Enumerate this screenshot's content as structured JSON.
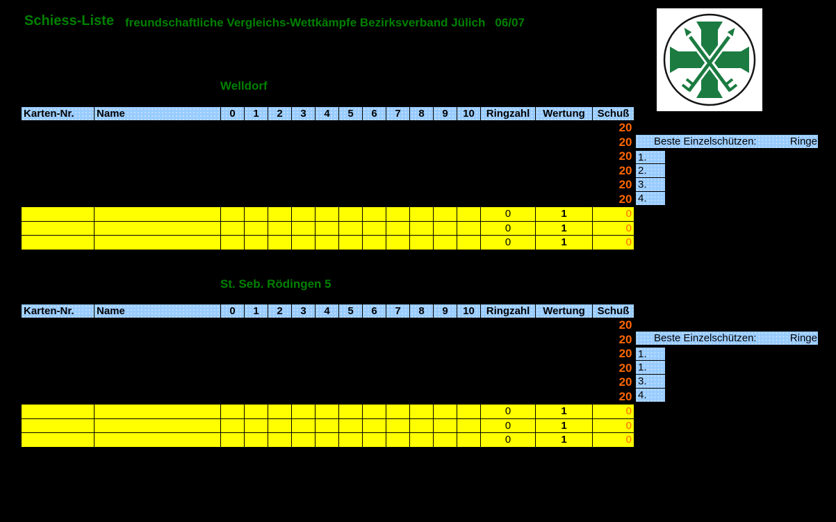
{
  "page": {
    "title": "Schiess-Liste",
    "subtitle": "freundschaftliche Vergleichs-Wettkämpfe Bezirksverband Jülich",
    "season": "06/07"
  },
  "colors": {
    "accent_green": "#008000",
    "header_blue": "#99CCFF",
    "row_yellow": "#FFFF00",
    "value_orange": "#FF6600",
    "logo_green": "#1B7B41",
    "background": "#000000"
  },
  "table_headers": [
    "Karten-Nr.",
    "Name",
    "0",
    "1",
    "2",
    "3",
    "4",
    "5",
    "6",
    "7",
    "8",
    "9",
    "10",
    "Ringzahl",
    "Wertung",
    "Schuß"
  ],
  "panel": {
    "title": "Beste Einzelschützen:",
    "column": "Ringe"
  },
  "sections": [
    {
      "team": "Welldorf",
      "shots": [
        "20",
        "20",
        "20",
        "20",
        "20",
        "20"
      ],
      "totals": [
        {
          "ringzahl": "0",
          "wertung": "1",
          "schuss": "0"
        },
        {
          "ringzahl": "0",
          "wertung": "1",
          "schuss": "0"
        },
        {
          "ringzahl": "0",
          "wertung": "1",
          "schuss": "0"
        }
      ],
      "ranks": [
        "1.",
        "2.",
        "3.",
        "4."
      ]
    },
    {
      "team": "St. Seb. Rödingen 5",
      "shots": [
        "20",
        "20",
        "20",
        "20",
        "20",
        "20"
      ],
      "totals": [
        {
          "ringzahl": "0",
          "wertung": "1",
          "schuss": "0"
        },
        {
          "ringzahl": "0",
          "wertung": "1",
          "schuss": "0"
        },
        {
          "ringzahl": "0",
          "wertung": "1",
          "schuss": "0"
        }
      ],
      "ranks": [
        "1.",
        "1.",
        "3.",
        "4."
      ]
    }
  ]
}
